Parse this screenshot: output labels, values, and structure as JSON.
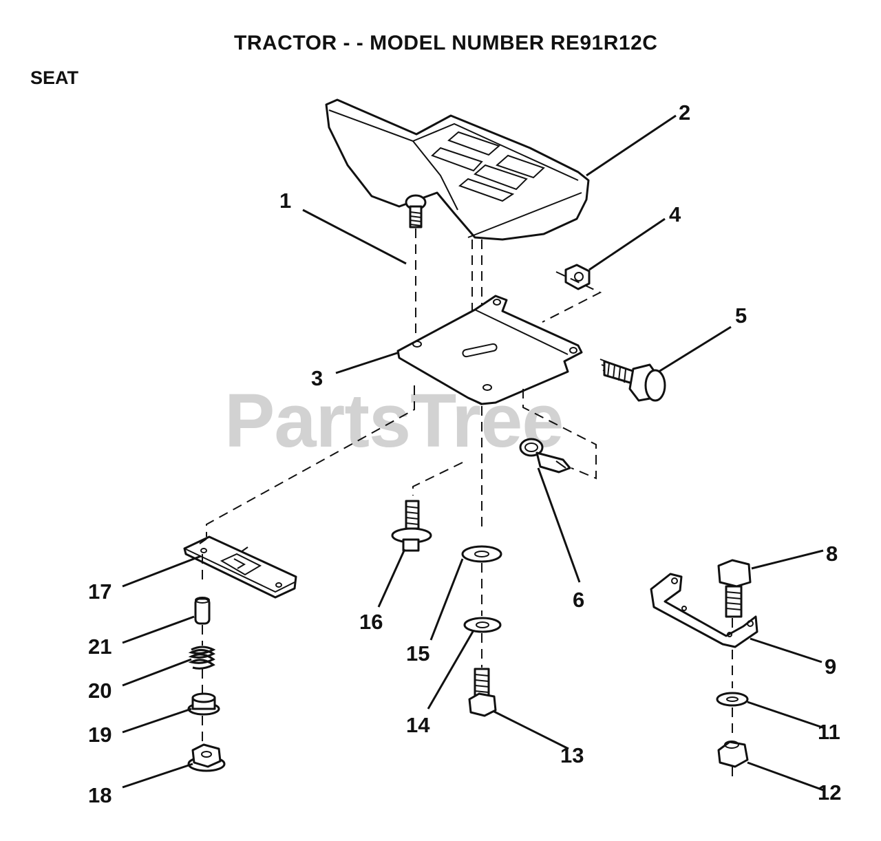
{
  "title": "TRACTOR - - MODEL NUMBER RE91R12C",
  "section": "SEAT",
  "watermark": "PartsTree",
  "callouts": [
    "1",
    "2",
    "3",
    "4",
    "5",
    "6",
    "8",
    "9",
    "11",
    "12",
    "13",
    "14",
    "15",
    "16",
    "17",
    "18",
    "19",
    "20",
    "21"
  ],
  "parts": {
    "p1": "carriage-bolt",
    "p2": "seat",
    "p3": "seat-pan-bracket",
    "p4": "hex-nut",
    "p5": "flange-bolt",
    "p6": "clip",
    "p8": "hex-bolt",
    "p9": "bracket",
    "p11": "washer",
    "p12": "lock-nut",
    "p13": "hex-bolt",
    "p14": "washer",
    "p15": "washer",
    "p16": "shoulder-bolt",
    "p17": "slide-plate",
    "p18": "flange-nut",
    "p19": "bushing",
    "p20": "spring",
    "p21": "pin"
  }
}
